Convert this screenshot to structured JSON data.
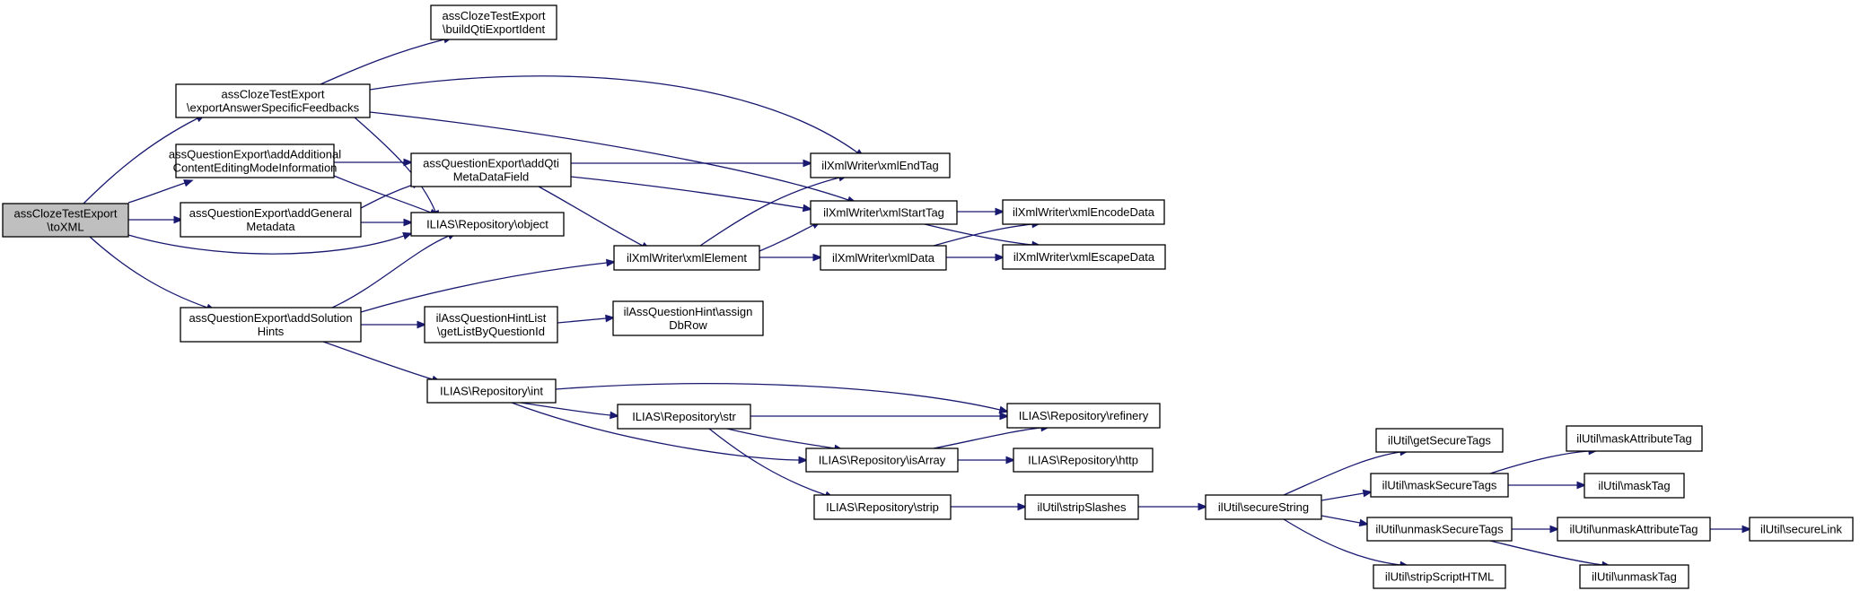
{
  "nodes": [
    {
      "id": "root",
      "lines": [
        "assClozeTestExport",
        "\\toXML"
      ],
      "name": "node-assclozetestexport-toxml",
      "root": true
    },
    {
      "id": "exportFb",
      "lines": [
        "assClozeTestExport",
        "\\exportAnswerSpecificFeedbacks"
      ],
      "name": "node-assclozetestexport-exportanswerspecificfeedbacks"
    },
    {
      "id": "buildQti",
      "lines": [
        "assClozeTestExport",
        "\\buildQtiExportIdent"
      ],
      "name": "node-assclozetestexport-buildqtiexportident"
    },
    {
      "id": "addAddl",
      "lines": [
        "assQuestionExport\\addAdditional",
        "ContentEditingModeInformation"
      ],
      "name": "node-assquestionexport-addadditionalcontenteditingmodeinformation"
    },
    {
      "id": "addGeneral",
      "lines": [
        "assQuestionExport\\addGeneral",
        "Metadata"
      ],
      "name": "node-assquestionexport-addgeneralmetadata"
    },
    {
      "id": "addSolution",
      "lines": [
        "assQuestionExport\\addSolution",
        "Hints"
      ],
      "name": "node-assquestionexport-addsolutionhints"
    },
    {
      "id": "addQti",
      "lines": [
        "assQuestionExport\\addQti",
        "MetaDataField"
      ],
      "name": "node-assquestionexport-addqtimetadatafield"
    },
    {
      "id": "object",
      "lines": [
        "ILIAS\\Repository\\object"
      ],
      "name": "node-ilias-repository-object"
    },
    {
      "id": "hintList",
      "lines": [
        "ilAssQuestionHintList",
        "\\getListByQuestionId"
      ],
      "name": "node-ilassquestionhintlist-getlistbyquestionid"
    },
    {
      "id": "int",
      "lines": [
        "ILIAS\\Repository\\int"
      ],
      "name": "node-ilias-repository-int"
    },
    {
      "id": "xmlElement",
      "lines": [
        "ilXmlWriter\\xmlElement"
      ],
      "name": "node-ilxmlwriter-xmlelement"
    },
    {
      "id": "assignDb",
      "lines": [
        "ilAssQuestionHint\\assign",
        "DbRow"
      ],
      "name": "node-ilassquestionhint-assigndbrow"
    },
    {
      "id": "str",
      "lines": [
        "ILIAS\\Repository\\str"
      ],
      "name": "node-ilias-repository-str"
    },
    {
      "id": "xmlEndTag",
      "lines": [
        "ilXmlWriter\\xmlEndTag"
      ],
      "name": "node-ilxmlwriter-xmlendtag"
    },
    {
      "id": "xmlStartTag",
      "lines": [
        "ilXmlWriter\\xmlStartTag"
      ],
      "name": "node-ilxmlwriter-xmlstarttag"
    },
    {
      "id": "xmlData",
      "lines": [
        "ilXmlWriter\\xmlData"
      ],
      "name": "node-ilxmlwriter-xmldata"
    },
    {
      "id": "isArray",
      "lines": [
        "ILIAS\\Repository\\isArray"
      ],
      "name": "node-ilias-repository-isarray"
    },
    {
      "id": "strip",
      "lines": [
        "ILIAS\\Repository\\strip"
      ],
      "name": "node-ilias-repository-strip"
    },
    {
      "id": "xmlEncode",
      "lines": [
        "ilXmlWriter\\xmlEncodeData"
      ],
      "name": "node-ilxmlwriter-xmlencodedata"
    },
    {
      "id": "xmlEscape",
      "lines": [
        "ilXmlWriter\\xmlEscapeData"
      ],
      "name": "node-ilxmlwriter-xmlescapedata"
    },
    {
      "id": "refinery",
      "lines": [
        "ILIAS\\Repository\\refinery"
      ],
      "name": "node-ilias-repository-refinery"
    },
    {
      "id": "http",
      "lines": [
        "ILIAS\\Repository\\http"
      ],
      "name": "node-ilias-repository-http"
    },
    {
      "id": "stripSlashes",
      "lines": [
        "ilUtil\\stripSlashes"
      ],
      "name": "node-ilutil-stripslashes"
    },
    {
      "id": "secureString",
      "lines": [
        "ilUtil\\secureString"
      ],
      "name": "node-ilutil-securestring"
    },
    {
      "id": "getSecureTags",
      "lines": [
        "ilUtil\\getSecureTags"
      ],
      "name": "node-ilutil-getsecuretags"
    },
    {
      "id": "maskSecureTags",
      "lines": [
        "ilUtil\\maskSecureTags"
      ],
      "name": "node-ilutil-masksecuretags"
    },
    {
      "id": "unmaskSecureTags",
      "lines": [
        "ilUtil\\unmaskSecureTags"
      ],
      "name": "node-ilutil-unmasksecuretags"
    },
    {
      "id": "stripScriptHTML",
      "lines": [
        "ilUtil\\stripScriptHTML"
      ],
      "name": "node-ilutil-stripscripthtml"
    },
    {
      "id": "maskAttributeTag",
      "lines": [
        "ilUtil\\maskAttributeTag"
      ],
      "name": "node-ilutil-maskattributetag"
    },
    {
      "id": "maskTag",
      "lines": [
        "ilUtil\\maskTag"
      ],
      "name": "node-ilutil-masktag"
    },
    {
      "id": "unmaskAttributeTag",
      "lines": [
        "ilUtil\\unmaskAttributeTag"
      ],
      "name": "node-ilutil-unmaskattributetag"
    },
    {
      "id": "unmaskTag",
      "lines": [
        "ilUtil\\unmaskTag"
      ],
      "name": "node-ilutil-unmasktag"
    },
    {
      "id": "secureLink",
      "lines": [
        "ilUtil\\secureLink"
      ],
      "name": "node-ilutil-securelink"
    }
  ],
  "edges": [
    [
      "root",
      "exportFb"
    ],
    [
      "root",
      "addAddl"
    ],
    [
      "root",
      "addGeneral"
    ],
    [
      "root",
      "object"
    ],
    [
      "root",
      "addSolution"
    ],
    [
      "exportFb",
      "buildQti"
    ],
    [
      "exportFb",
      "xmlEndTag"
    ],
    [
      "exportFb",
      "xmlStartTag"
    ],
    [
      "exportFb",
      "object"
    ],
    [
      "addAddl",
      "addQti"
    ],
    [
      "addAddl",
      "object"
    ],
    [
      "addGeneral",
      "addQti"
    ],
    [
      "addGeneral",
      "object"
    ],
    [
      "addQti",
      "xmlEndTag"
    ],
    [
      "addQti",
      "xmlStartTag"
    ],
    [
      "addQti",
      "xmlElement"
    ],
    [
      "addSolution",
      "object"
    ],
    [
      "addSolution",
      "xmlElement"
    ],
    [
      "addSolution",
      "hintList"
    ],
    [
      "addSolution",
      "int"
    ],
    [
      "hintList",
      "assignDb"
    ],
    [
      "xmlElement",
      "xmlEndTag"
    ],
    [
      "xmlElement",
      "xmlStartTag"
    ],
    [
      "xmlElement",
      "xmlData"
    ],
    [
      "xmlStartTag",
      "xmlEncode"
    ],
    [
      "xmlStartTag",
      "xmlEscape"
    ],
    [
      "xmlData",
      "xmlEncode"
    ],
    [
      "xmlData",
      "xmlEscape"
    ],
    [
      "int",
      "refinery"
    ],
    [
      "int",
      "str"
    ],
    [
      "int",
      "isArray"
    ],
    [
      "str",
      "refinery"
    ],
    [
      "str",
      "isArray"
    ],
    [
      "str",
      "strip"
    ],
    [
      "isArray",
      "refinery"
    ],
    [
      "isArray",
      "http"
    ],
    [
      "strip",
      "stripSlashes"
    ],
    [
      "stripSlashes",
      "secureString"
    ],
    [
      "secureString",
      "getSecureTags"
    ],
    [
      "secureString",
      "maskSecureTags"
    ],
    [
      "secureString",
      "unmaskSecureTags"
    ],
    [
      "secureString",
      "stripScriptHTML"
    ],
    [
      "maskSecureTags",
      "maskAttributeTag"
    ],
    [
      "maskSecureTags",
      "maskTag"
    ],
    [
      "unmaskSecureTags",
      "unmaskAttributeTag"
    ],
    [
      "unmaskSecureTags",
      "unmaskTag"
    ],
    [
      "unmaskAttributeTag",
      "secureLink"
    ]
  ]
}
